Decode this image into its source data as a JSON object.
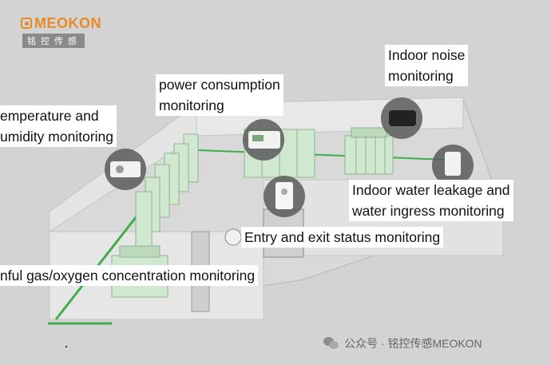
{
  "brand": {
    "name": "MEOKON",
    "name_cn": "铭控传感",
    "color": "#e88a2a"
  },
  "labels": {
    "power": [
      "power consumption",
      "monitoring"
    ],
    "noise": [
      "Indoor noise",
      "monitoring"
    ],
    "temperature": [
      "emperature and",
      "umidity monitoring"
    ],
    "water": [
      "Indoor water leakage and",
      "water ingress monitoring"
    ],
    "entry": "Entry and exit status monitoring",
    "gas": "nful gas/oxygen concentration monitoring"
  },
  "watermark": {
    "text": "公众号 · 铭控传感MEOKON",
    "icon": "wechat-icon"
  },
  "colors": {
    "background": "#d3d3d3",
    "cabinet": "#cfe8cf",
    "green_line": "#3fae4a",
    "sensor_circle": "#5a5a5a"
  }
}
